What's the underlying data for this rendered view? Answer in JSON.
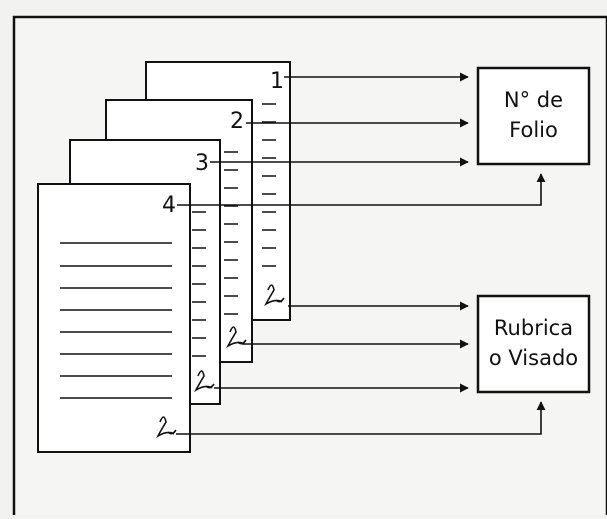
{
  "sheets": [
    {
      "number": "1"
    },
    {
      "number": "2"
    },
    {
      "number": "3"
    },
    {
      "number": "4"
    }
  ],
  "boxes": {
    "folio": {
      "line1": "N° de",
      "line2": "Folio"
    },
    "rubrica": {
      "line1": "Rubrica",
      "line2": "o Visado"
    }
  },
  "colors": {
    "stroke": "#111111",
    "paper": "#ffffff",
    "background": "#f2f2f0"
  }
}
